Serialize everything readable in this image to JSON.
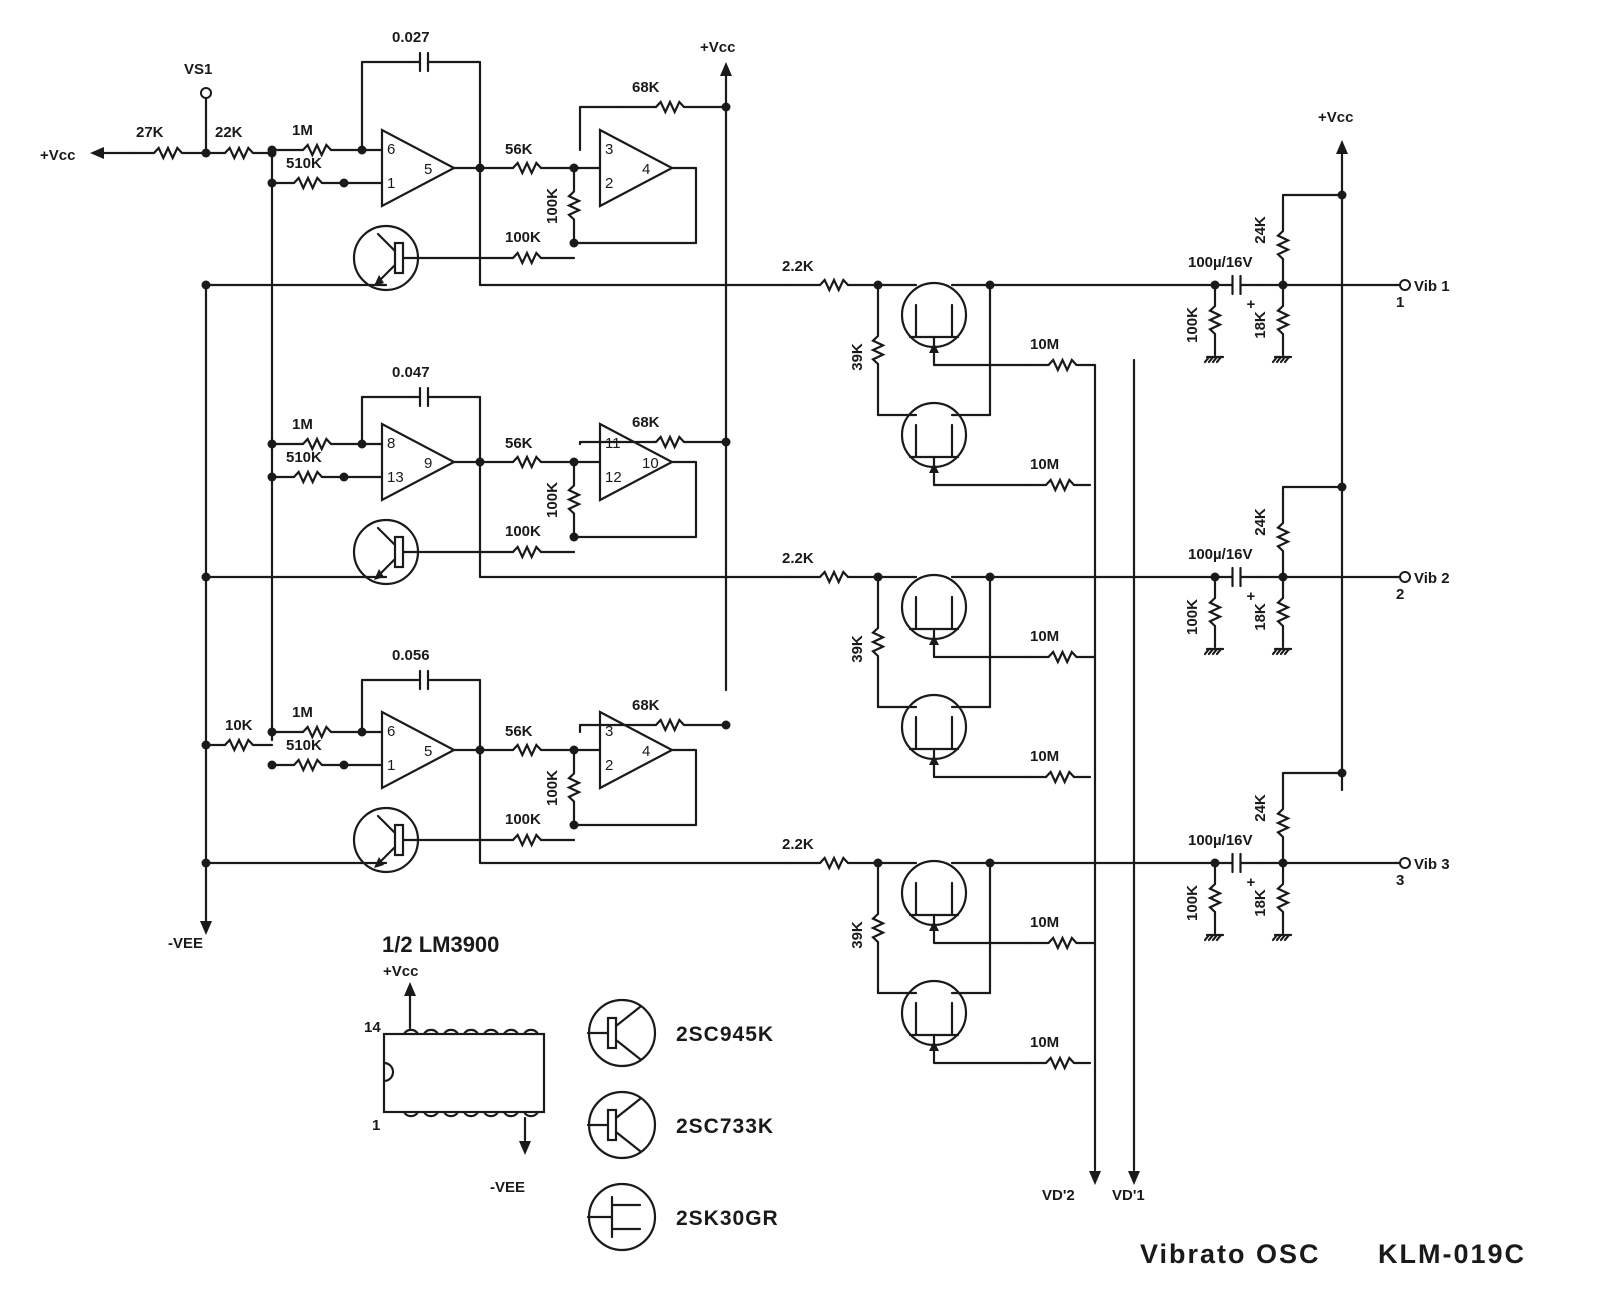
{
  "title": "Vibrato OSC",
  "model": "KLM-019C",
  "ic": {
    "name": "1/2 LM3900",
    "vcc": "+Vcc",
    "vee": "-VEE",
    "pin14": "14",
    "pin1": "1"
  },
  "parts": [
    {
      "label": "2SC945K",
      "kind": "npn-icon"
    },
    {
      "label": "2SC733K",
      "kind": "npn-icon"
    },
    {
      "label": "2SK30GR",
      "kind": "jfet-icon"
    }
  ],
  "supply": {
    "vs1": "VS1",
    "vcc": "+Vcc",
    "vee": "-VEE",
    "vd1": "VD'1",
    "vd2": "VD'2"
  },
  "input": {
    "r_a": "27K",
    "r_b": "22K",
    "r_bias": "10K"
  },
  "stages": [
    {
      "cap": "0.027",
      "r_in": "1M",
      "r_bias": "510K",
      "pins": {
        "in_plus": "6",
        "in_minus": "1",
        "out": "5"
      },
      "buf_pins": {
        "in_plus": "3",
        "in_minus": "2",
        "out": "4"
      },
      "r_fb": "68K",
      "r_ser": "56K",
      "r_shunt": "100K",
      "r_base": "100K",
      "r_out": "2.2K",
      "r_gate": "39K",
      "r_jfet_a": "10M",
      "r_jfet_b": "10M",
      "cap_out": "100µ/16V",
      "r_up": "24K",
      "r_down": "18K",
      "r_load": "100K",
      "out_label": "Vib 1",
      "out_num": "1"
    },
    {
      "cap": "0.047",
      "r_in": "1M",
      "r_bias": "510K",
      "pins": {
        "in_plus": "8",
        "in_minus": "13",
        "out": "9"
      },
      "buf_pins": {
        "in_plus": "11",
        "in_minus": "12",
        "out": "10"
      },
      "r_fb": "68K",
      "r_ser": "56K",
      "r_shunt": "100K",
      "r_base": "100K",
      "r_out": "2.2K",
      "r_gate": "39K",
      "r_jfet_a": "10M",
      "r_jfet_b": "10M",
      "cap_out": "100µ/16V",
      "r_up": "24K",
      "r_down": "18K",
      "r_load": "100K",
      "out_label": "Vib 2",
      "out_num": "2"
    },
    {
      "cap": "0.056",
      "r_in": "1M",
      "r_bias": "510K",
      "pins": {
        "in_plus": "6",
        "in_minus": "1",
        "out": "5"
      },
      "buf_pins": {
        "in_plus": "3",
        "in_minus": "2",
        "out": "4"
      },
      "r_fb": "68K",
      "r_ser": "56K",
      "r_shunt": "100K",
      "r_base": "100K",
      "r_out": "2.2K",
      "r_gate": "39K",
      "r_jfet_a": "10M",
      "r_jfet_b": "10M",
      "cap_out": "100µ/16V",
      "r_up": "24K",
      "r_down": "18K",
      "r_load": "100K",
      "out_label": "Vib 3",
      "out_num": "3"
    }
  ]
}
